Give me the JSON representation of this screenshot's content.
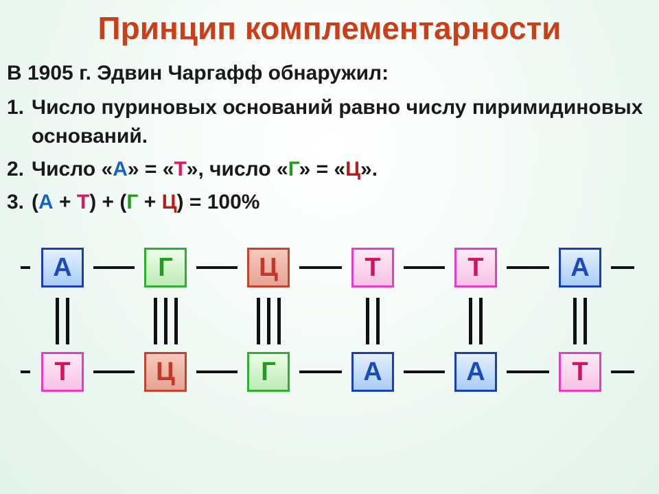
{
  "title": "Принцип комплементарности",
  "intro": "В 1905 г. Эдвин Чаргафф обнаружил:",
  "list": [
    {
      "num": "1.",
      "text": "Число пуриновых оснований равно числу пиримидиновых оснований."
    },
    {
      "num": "2.",
      "parts": [
        "Число «",
        "А",
        "» = «",
        "Т",
        "», число «",
        "Г",
        "» = «",
        "Ц",
        "»."
      ]
    },
    {
      "num": "3.",
      "parts": [
        "(",
        "А",
        " + ",
        "Т",
        ") + (",
        "Г",
        " + ",
        "Ц",
        ") = 100%"
      ]
    }
  ],
  "colors": {
    "A": "#1a4bb8",
    "T": "#d4145a",
    "G": "#1f9d1f",
    "C": "#c0392b"
  },
  "dna": {
    "top_strand": [
      "А",
      "Г",
      "Ц",
      "Т",
      "Т",
      "А"
    ],
    "bottom_strand": [
      "Т",
      "Ц",
      "Г",
      "А",
      "А",
      "Т"
    ],
    "hydrogen_bonds": [
      2,
      3,
      3,
      2,
      2,
      2
    ]
  }
}
